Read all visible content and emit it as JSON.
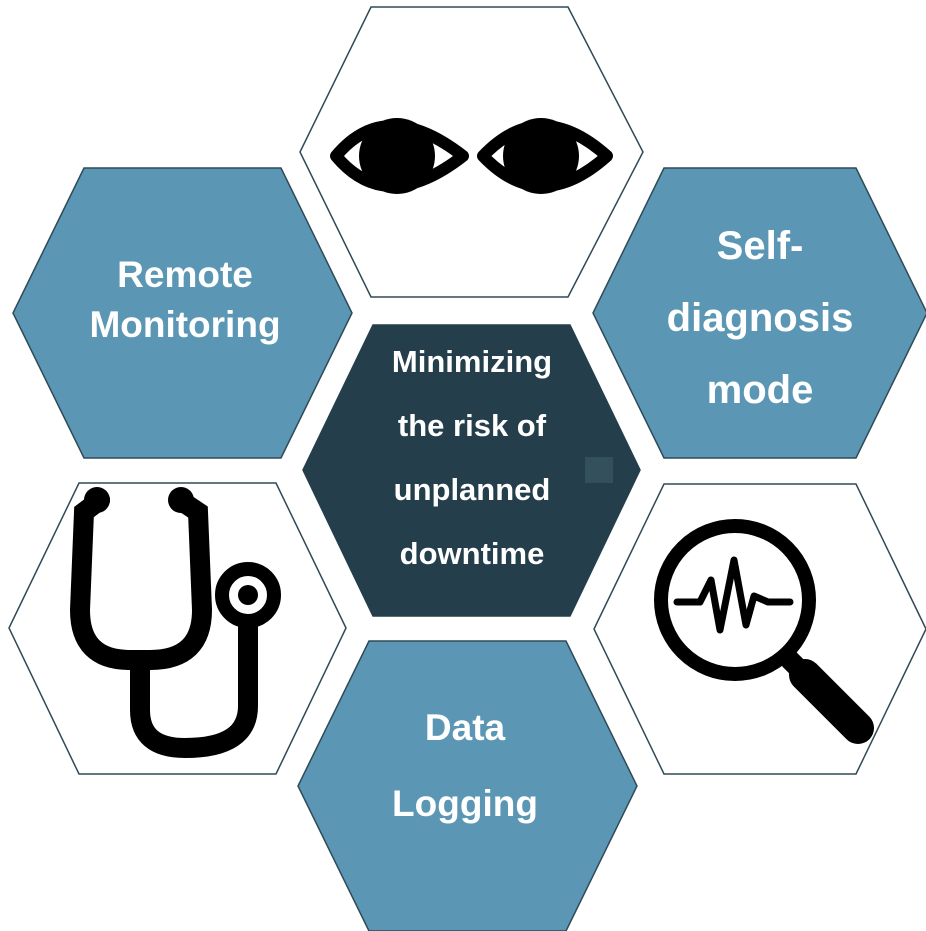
{
  "colors": {
    "teal": "#5b97b4",
    "dark_center": "#243f4b",
    "icon": "#000000",
    "outline": "#2f4a57",
    "text": "#ffffff"
  },
  "hexagons": {
    "top": {
      "icon": "eyes-icon"
    },
    "remote_monitoring": {
      "lines": [
        "Remote",
        "Monitoring"
      ]
    },
    "self_diagnosis": {
      "lines": [
        "Self-",
        "diagnosis",
        "mode"
      ]
    },
    "center": {
      "lines": [
        "Minimizing",
        "the risk of",
        "unplanned",
        "downtime"
      ]
    },
    "stethoscope": {
      "icon": "stethoscope-icon"
    },
    "analysis": {
      "icon": "magnifier-pulse-icon"
    },
    "data_logging": {
      "lines": [
        "Data",
        "Logging"
      ]
    }
  }
}
